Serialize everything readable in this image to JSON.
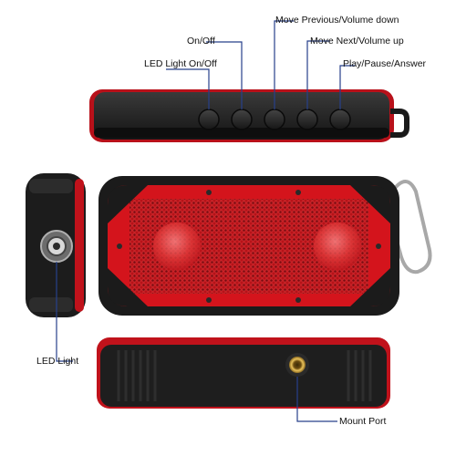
{
  "labels": {
    "on_off": "On/Off",
    "move_previous": "Move Previous/Volume down",
    "move_next": "Move Next/Volume up",
    "led_light_on_off": "LED Light On/Off",
    "play_pause": "Play/Pause/Answer",
    "led_light": "LED Light",
    "mount_port": "Mount Port"
  },
  "colors": {
    "speaker_red": "#d4141c",
    "rubber_black": "#1c1c1c",
    "leader_line": "#27408b"
  }
}
